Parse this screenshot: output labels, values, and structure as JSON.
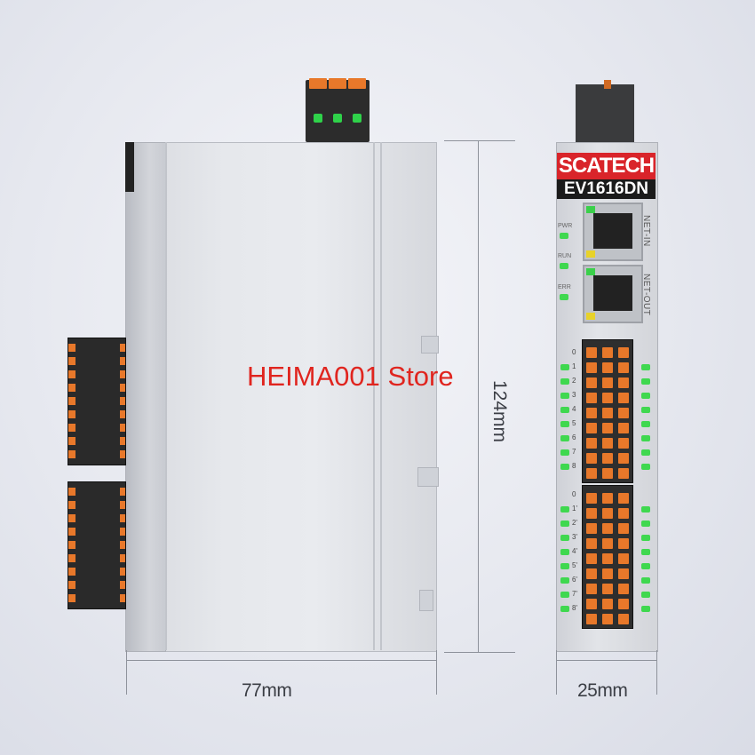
{
  "product": {
    "brand": "SCATECH",
    "model": "EV1616DN",
    "port_in_label": "NET-IN",
    "port_out_label": "NET-OUT",
    "status_leds": [
      "PWR",
      "RUN",
      "ERR"
    ],
    "channel_numbers": [
      "0",
      "1",
      "2",
      "3",
      "4",
      "5",
      "6",
      "7",
      "8"
    ],
    "channel_numbers_b": [
      "0",
      "1'",
      "2'",
      "3'",
      "4'",
      "5'",
      "6'",
      "7'",
      "8'"
    ],
    "colors": {
      "brand_red": "#d9242a",
      "terminal_orange": "#e8782a",
      "led_green": "#3fd84f"
    }
  },
  "dimensions": {
    "width_side": "77mm",
    "height": "124mm",
    "width_front": "25mm"
  },
  "watermark": "HEIMA001 Store"
}
